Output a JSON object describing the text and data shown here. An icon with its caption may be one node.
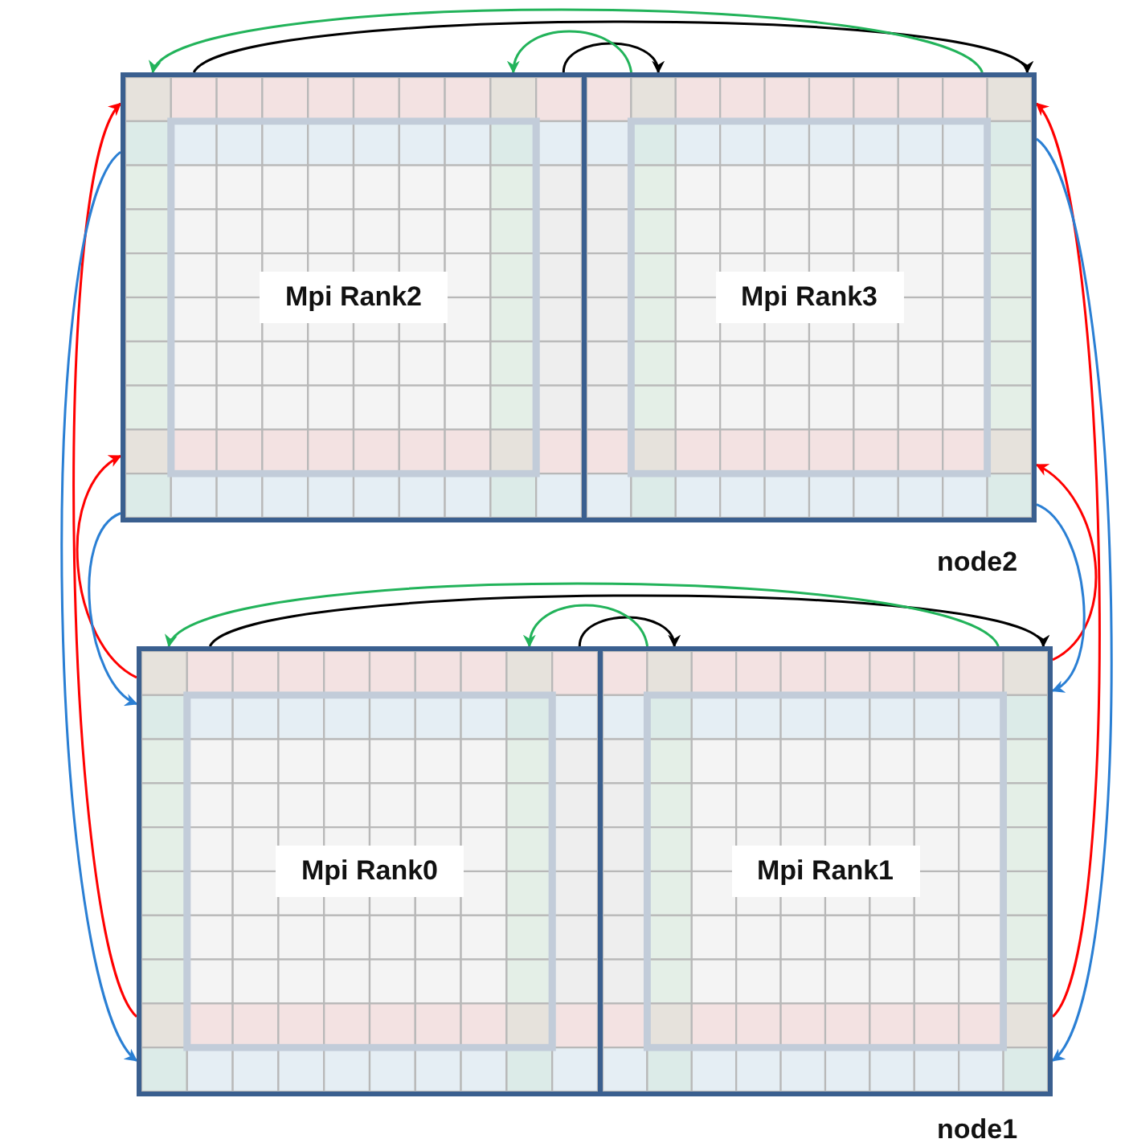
{
  "diagram": {
    "nodes": [
      {
        "text": [
          "node2"
        ]
      },
      {
        "text": [
          "Mpi Rank2"
        ],
        "in": 0
      },
      {
        "text": [
          "Mpi Rank3"
        ],
        "in": 0
      },
      {
        "text": [
          "node1"
        ]
      },
      {
        "text": [
          "Mpi Rank0"
        ],
        "in": 3
      },
      {
        "text": [
          "Mpi Rank1"
        ],
        "in": 3
      }
    ],
    "edges": [
      {
        "from": 1,
        "to": 2,
        "arrow": "to",
        "color": "#000000"
      },
      {
        "from": 1,
        "to": 2,
        "arrow": "to",
        "color": "#000000"
      },
      {
        "from": 2,
        "to": 1,
        "arrow": "to",
        "color": "#22b35a"
      },
      {
        "from": 2,
        "to": 1,
        "arrow": "to",
        "color": "#22b35a"
      },
      {
        "from": 4,
        "to": 5,
        "arrow": "to",
        "color": "#000000"
      },
      {
        "from": 4,
        "to": 5,
        "arrow": "to",
        "color": "#000000"
      },
      {
        "from": 5,
        "to": 4,
        "arrow": "to",
        "color": "#22b35a"
      },
      {
        "from": 5,
        "to": 4,
        "arrow": "to",
        "color": "#22b35a"
      },
      {
        "from": 4,
        "to": 1,
        "arrow": "to",
        "color": "#ff0000"
      },
      {
        "from": 1,
        "to": 4,
        "arrow": "to",
        "color": "#2a7fd4"
      },
      {
        "from": 4,
        "to": 1,
        "arrow": "to",
        "color": "#ff0000"
      },
      {
        "from": 1,
        "to": 4,
        "arrow": "to",
        "color": "#2a7fd4"
      },
      {
        "from": 5,
        "to": 2,
        "arrow": "to",
        "color": "#ff0000"
      },
      {
        "from": 2,
        "to": 5,
        "arrow": "to",
        "color": "#2a7fd4"
      },
      {
        "from": 5,
        "to": 2,
        "arrow": "to",
        "color": "#ff0000"
      },
      {
        "from": 2,
        "to": 5,
        "arrow": "to",
        "color": "#2a7fd4"
      }
    ]
  }
}
